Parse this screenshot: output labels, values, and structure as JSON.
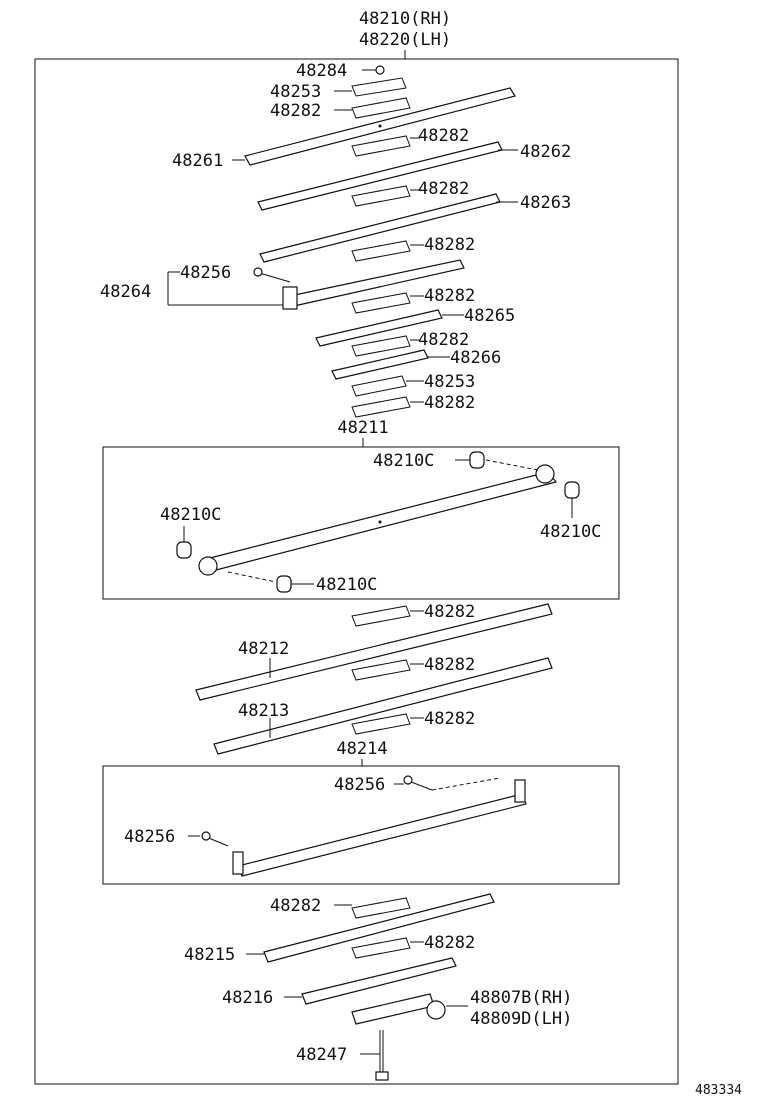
{
  "header": {
    "line1": "48210(RH)",
    "line2": "48220(LH)"
  },
  "labels": {
    "p48284": "48284",
    "p48253_top": "48253",
    "p48282_top": "48282",
    "p48282_a": "48282",
    "p48261": "48261",
    "p48262": "48262",
    "p48282_b": "48282",
    "p48263": "48263",
    "p48282_c": "48282",
    "p48256_top": "48256",
    "p48264": "48264",
    "p48282_d": "48282",
    "p48265": "48265",
    "p48282_e": "48282",
    "p48266": "48266",
    "p48253_b": "48253",
    "p48282_f": "48282",
    "p48211": "48211",
    "p48210c_1": "48210C",
    "p48210c_2": "48210C",
    "p48210c_3": "48210C",
    "p48210c_4": "48210C",
    "p48282_g": "48282",
    "p48212": "48212",
    "p48282_h": "48282",
    "p48213": "48213",
    "p48282_i": "48282",
    "p48214": "48214",
    "p48256_mid": "48256",
    "p48256_left": "48256",
    "p48282_j": "48282",
    "p48215": "48215",
    "p48282_k": "48282",
    "p48216": "48216",
    "p48807b": "48807B(RH)",
    "p48809d": "48809D(LH)",
    "p48247": "48247"
  },
  "footer": {
    "diagram_id": "483334"
  }
}
